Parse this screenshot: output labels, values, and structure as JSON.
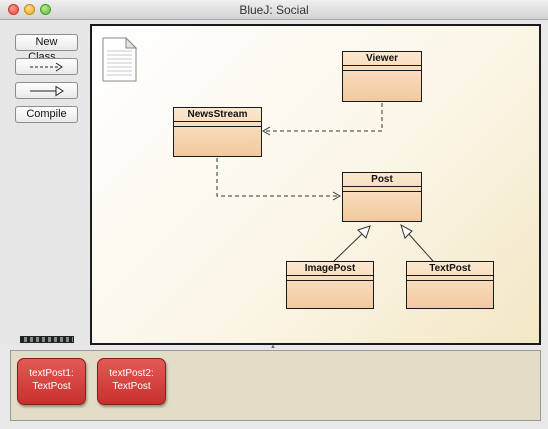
{
  "window": {
    "title": "BlueJ:  Social"
  },
  "toolbar": {
    "new_class_label": "New Class...",
    "compile_label": "Compile"
  },
  "classes": {
    "viewer": "Viewer",
    "newsstream": "NewsStream",
    "post": "Post",
    "imagepost": "ImagePost",
    "textpost": "TextPost"
  },
  "object_bench": {
    "objects": [
      {
        "name": "textPost1:",
        "type": "TextPost"
      },
      {
        "name": "textPost2:",
        "type": "TextPost"
      }
    ]
  },
  "colors": {
    "class_fill": "#f2c99e",
    "object_fill": "#d03a36",
    "bench_bg": "#e3dcc6"
  }
}
